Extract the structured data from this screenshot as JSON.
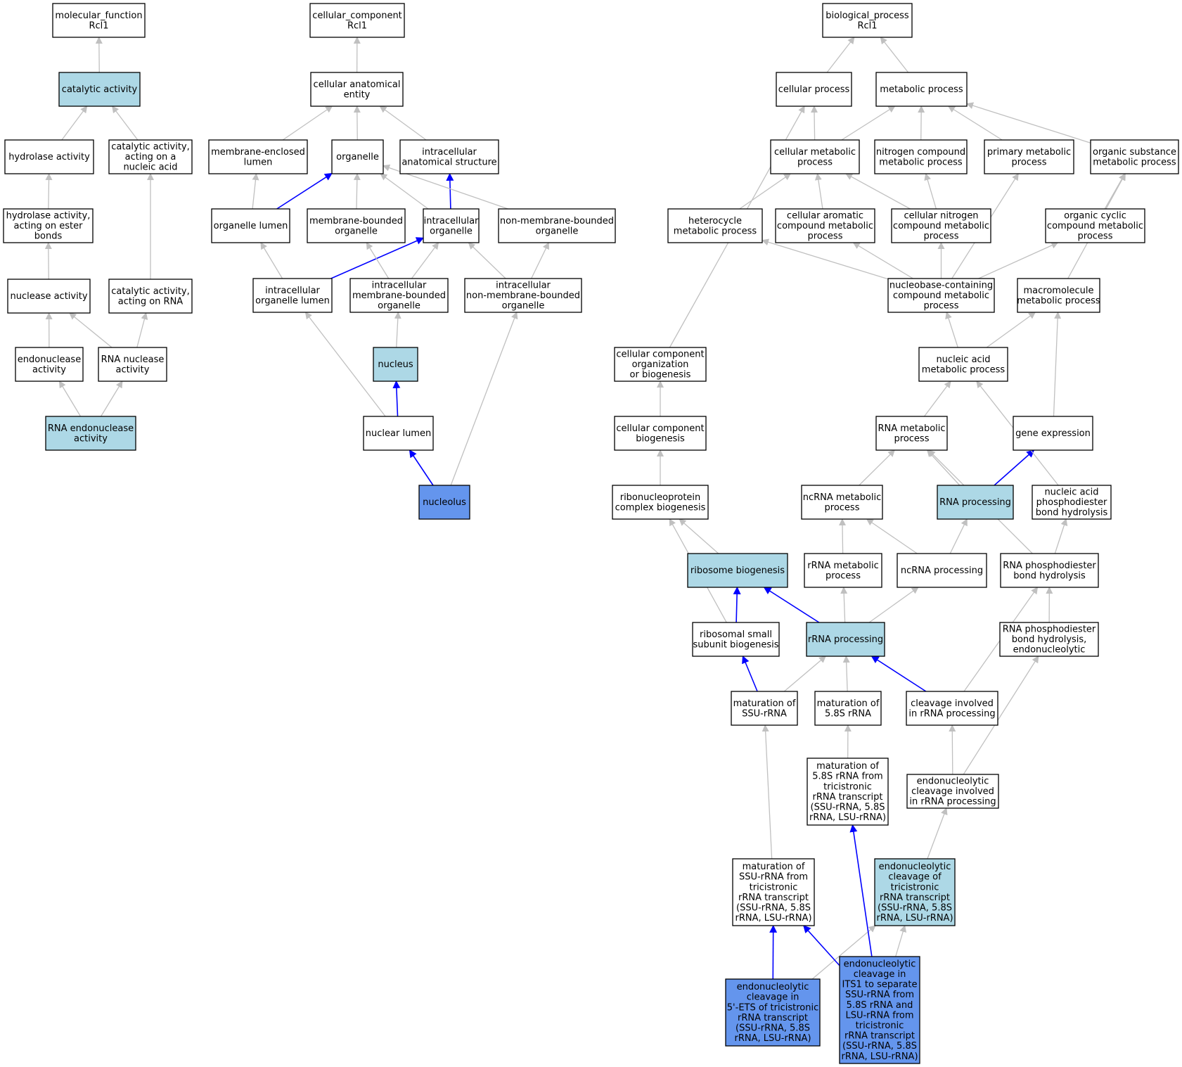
{
  "colors": {
    "white": "#ffffff",
    "light": "#add8e6",
    "dark": "#6495ed",
    "edge": "#c0c0c0",
    "highlight": "#0000ff"
  },
  "nodes": [
    {
      "id": "mf",
      "lines": [
        "molecular_function",
        "Rcl1"
      ],
      "fill": "white"
    },
    {
      "id": "ca",
      "lines": [
        "catalytic activity"
      ],
      "fill": "light"
    },
    {
      "id": "ha",
      "lines": [
        "hydrolase activity"
      ],
      "fill": "white"
    },
    {
      "id": "cana",
      "lines": [
        "catalytic activity,",
        "acting on a",
        "nucleic acid"
      ],
      "fill": "white"
    },
    {
      "id": "haeb",
      "lines": [
        "hydrolase activity,",
        "acting on ester",
        "bonds"
      ],
      "fill": "white"
    },
    {
      "id": "nuca",
      "lines": [
        "nuclease activity"
      ],
      "fill": "white"
    },
    {
      "id": "carna",
      "lines": [
        "catalytic activity,",
        "acting on RNA"
      ],
      "fill": "white"
    },
    {
      "id": "endo",
      "lines": [
        "endonuclease",
        "activity"
      ],
      "fill": "white"
    },
    {
      "id": "rnana",
      "lines": [
        "RNA nuclease",
        "activity"
      ],
      "fill": "white"
    },
    {
      "id": "rnaendo",
      "lines": [
        "RNA endonuclease",
        "activity"
      ],
      "fill": "light"
    },
    {
      "id": "cc",
      "lines": [
        "cellular_component",
        "Rcl1"
      ],
      "fill": "white"
    },
    {
      "id": "cae",
      "lines": [
        "cellular anatomical",
        "entity"
      ],
      "fill": "white"
    },
    {
      "id": "mel",
      "lines": [
        "membrane-enclosed",
        "lumen"
      ],
      "fill": "white"
    },
    {
      "id": "org",
      "lines": [
        "organelle"
      ],
      "fill": "white"
    },
    {
      "id": "ias",
      "lines": [
        "intracellular",
        "anatomical structure"
      ],
      "fill": "white"
    },
    {
      "id": "orgl",
      "lines": [
        "organelle lumen"
      ],
      "fill": "white"
    },
    {
      "id": "mbo",
      "lines": [
        "membrane-bounded",
        "organelle"
      ],
      "fill": "white"
    },
    {
      "id": "io",
      "lines": [
        "intracellular",
        "organelle"
      ],
      "fill": "white"
    },
    {
      "id": "nmbo",
      "lines": [
        "non-membrane-bounded",
        "organelle"
      ],
      "fill": "white"
    },
    {
      "id": "iol",
      "lines": [
        "intracellular",
        "organelle lumen"
      ],
      "fill": "white"
    },
    {
      "id": "imbo",
      "lines": [
        "intracellular",
        "membrane-bounded",
        "organelle"
      ],
      "fill": "white"
    },
    {
      "id": "inmbo",
      "lines": [
        "intracellular",
        "non-membrane-bounded",
        "organelle"
      ],
      "fill": "white"
    },
    {
      "id": "nucleus",
      "lines": [
        "nucleus"
      ],
      "fill": "light"
    },
    {
      "id": "nlum",
      "lines": [
        "nuclear lumen"
      ],
      "fill": "white"
    },
    {
      "id": "nucleolus",
      "lines": [
        "nucleolus"
      ],
      "fill": "dark"
    },
    {
      "id": "bp",
      "lines": [
        "biological_process",
        "Rcl1"
      ],
      "fill": "white"
    },
    {
      "id": "cp",
      "lines": [
        "cellular process"
      ],
      "fill": "white"
    },
    {
      "id": "mp",
      "lines": [
        "metabolic process"
      ],
      "fill": "white"
    },
    {
      "id": "cmp",
      "lines": [
        "cellular metabolic",
        "process"
      ],
      "fill": "white"
    },
    {
      "id": "ncmp",
      "lines": [
        "nitrogen compound",
        "metabolic process"
      ],
      "fill": "white"
    },
    {
      "id": "pmp",
      "lines": [
        "primary metabolic",
        "process"
      ],
      "fill": "white"
    },
    {
      "id": "osmp",
      "lines": [
        "organic substance",
        "metabolic process"
      ],
      "fill": "white"
    },
    {
      "id": "hmp",
      "lines": [
        "heterocycle",
        "metabolic process"
      ],
      "fill": "white"
    },
    {
      "id": "cacmp",
      "lines": [
        "cellular aromatic",
        "compound metabolic",
        "process"
      ],
      "fill": "white"
    },
    {
      "id": "cncmp",
      "lines": [
        "cellular nitrogen",
        "compound metabolic",
        "process"
      ],
      "fill": "white"
    },
    {
      "id": "occmp",
      "lines": [
        "organic cyclic",
        "compound metabolic",
        "process"
      ],
      "fill": "white"
    },
    {
      "id": "nbcmp",
      "lines": [
        "nucleobase-containing",
        "compound metabolic",
        "process"
      ],
      "fill": "white"
    },
    {
      "id": "macmp",
      "lines": [
        "macromolecule",
        "metabolic process"
      ],
      "fill": "white"
    },
    {
      "id": "ccob",
      "lines": [
        "cellular component",
        "organization",
        "or biogenesis"
      ],
      "fill": "white"
    },
    {
      "id": "namp",
      "lines": [
        "nucleic acid",
        "metabolic process"
      ],
      "fill": "white"
    },
    {
      "id": "ccb",
      "lines": [
        "cellular component",
        "biogenesis"
      ],
      "fill": "white"
    },
    {
      "id": "rnamp",
      "lines": [
        "RNA metabolic",
        "process"
      ],
      "fill": "white"
    },
    {
      "id": "ge",
      "lines": [
        "gene expression"
      ],
      "fill": "white"
    },
    {
      "id": "rcb",
      "lines": [
        "ribonucleoprotein",
        "complex biogenesis"
      ],
      "fill": "white"
    },
    {
      "id": "ncrnamp",
      "lines": [
        "ncRNA metabolic",
        "process"
      ],
      "fill": "white"
    },
    {
      "id": "rnap",
      "lines": [
        "RNA processing"
      ],
      "fill": "light"
    },
    {
      "id": "napbh",
      "lines": [
        "nucleic acid",
        "phosphodiester",
        "bond hydrolysis"
      ],
      "fill": "white"
    },
    {
      "id": "rb",
      "lines": [
        "ribosome biogenesis"
      ],
      "fill": "light"
    },
    {
      "id": "rrnamp",
      "lines": [
        "rRNA metabolic",
        "process"
      ],
      "fill": "white"
    },
    {
      "id": "ncrnap",
      "lines": [
        "ncRNA processing"
      ],
      "fill": "white"
    },
    {
      "id": "rnapbh",
      "lines": [
        "RNA phosphodiester",
        "bond hydrolysis"
      ],
      "fill": "white"
    },
    {
      "id": "rssb",
      "lines": [
        "ribosomal small",
        "subunit biogenesis"
      ],
      "fill": "white"
    },
    {
      "id": "rrnap",
      "lines": [
        "rRNA processing"
      ],
      "fill": "light"
    },
    {
      "id": "rnapbhe",
      "lines": [
        "RNA phosphodiester",
        "bond hydrolysis,",
        "endonucleolytic"
      ],
      "fill": "white"
    },
    {
      "id": "mssu",
      "lines": [
        "maturation of",
        "SSU-rRNA"
      ],
      "fill": "white"
    },
    {
      "id": "m58s",
      "lines": [
        "maturation of",
        "5.8S rRNA"
      ],
      "fill": "white"
    },
    {
      "id": "cirp",
      "lines": [
        "cleavage involved",
        "in rRNA processing"
      ],
      "fill": "white"
    },
    {
      "id": "m58stri",
      "lines": [
        "maturation of",
        "5.8S rRNA from",
        "tricistronic",
        "rRNA transcript",
        "(SSU-rRNA, 5.8S",
        "rRNA, LSU-rRNA)"
      ],
      "fill": "white"
    },
    {
      "id": "ecirp",
      "lines": [
        "endonucleolytic",
        "cleavage involved",
        "in rRNA processing"
      ],
      "fill": "white"
    },
    {
      "id": "mssutri",
      "lines": [
        "maturation of",
        "SSU-rRNA from",
        "tricistronic",
        "rRNA transcript",
        "(SSU-rRNA, 5.8S",
        "rRNA, LSU-rRNA)"
      ],
      "fill": "white"
    },
    {
      "id": "ecttri",
      "lines": [
        "endonucleolytic",
        "cleavage of",
        "tricistronic",
        "rRNA transcript",
        "(SSU-rRNA, 5.8S",
        "rRNA, LSU-rRNA)"
      ],
      "fill": "light"
    },
    {
      "id": "ec5ets",
      "lines": [
        "endonucleolytic",
        "cleavage in",
        "5'-ETS of tricistronic",
        "rRNA transcript",
        "(SSU-rRNA, 5.8S",
        "rRNA, LSU-rRNA)"
      ],
      "fill": "dark"
    },
    {
      "id": "ecits1",
      "lines": [
        "endonucleolytic",
        "cleavage in",
        "ITS1 to separate",
        "SSU-rRNA from",
        "5.8S rRNA and",
        "LSU-rRNA from",
        "tricistronic",
        "rRNA transcript",
        "(SSU-rRNA, 5.8S",
        "rRNA, LSU-rRNA)"
      ],
      "fill": "dark"
    }
  ],
  "edges": [
    {
      "from": "ca",
      "to": "mf",
      "hl": false
    },
    {
      "from": "ha",
      "to": "ca",
      "hl": false
    },
    {
      "from": "cana",
      "to": "ca",
      "hl": false
    },
    {
      "from": "haeb",
      "to": "ha",
      "hl": false
    },
    {
      "from": "nuca",
      "to": "haeb",
      "hl": false
    },
    {
      "from": "carna",
      "to": "cana",
      "hl": false
    },
    {
      "from": "endo",
      "to": "nuca",
      "hl": false
    },
    {
      "from": "rnana",
      "to": "nuca",
      "hl": false
    },
    {
      "from": "rnana",
      "to": "carna",
      "hl": false
    },
    {
      "from": "rnaendo",
      "to": "endo",
      "hl": false
    },
    {
      "from": "rnaendo",
      "to": "rnana",
      "hl": false
    },
    {
      "from": "cae",
      "to": "cc",
      "hl": false
    },
    {
      "from": "mel",
      "to": "cae",
      "hl": false
    },
    {
      "from": "org",
      "to": "cae",
      "hl": false
    },
    {
      "from": "ias",
      "to": "cae",
      "hl": false
    },
    {
      "from": "orgl",
      "to": "mel",
      "hl": false
    },
    {
      "from": "orgl",
      "to": "org",
      "hl": true
    },
    {
      "from": "mbo",
      "to": "org",
      "hl": false
    },
    {
      "from": "io",
      "to": "org",
      "hl": false
    },
    {
      "from": "io",
      "to": "ias",
      "hl": true
    },
    {
      "from": "nmbo",
      "to": "org",
      "hl": false
    },
    {
      "from": "iol",
      "to": "orgl",
      "hl": false
    },
    {
      "from": "iol",
      "to": "io",
      "hl": true
    },
    {
      "from": "imbo",
      "to": "mbo",
      "hl": false
    },
    {
      "from": "imbo",
      "to": "io",
      "hl": false
    },
    {
      "from": "inmbo",
      "to": "io",
      "hl": false
    },
    {
      "from": "inmbo",
      "to": "nmbo",
      "hl": false
    },
    {
      "from": "nucleus",
      "to": "imbo",
      "hl": false
    },
    {
      "from": "nlum",
      "to": "iol",
      "hl": false
    },
    {
      "from": "nlum",
      "to": "nucleus",
      "hl": true
    },
    {
      "from": "nucleolus",
      "to": "nlum",
      "hl": true
    },
    {
      "from": "nucleolus",
      "to": "inmbo",
      "hl": false
    },
    {
      "from": "cp",
      "to": "bp",
      "hl": false
    },
    {
      "from": "mp",
      "to": "bp",
      "hl": false
    },
    {
      "from": "cmp",
      "to": "cp",
      "hl": false
    },
    {
      "from": "cmp",
      "to": "mp",
      "hl": false
    },
    {
      "from": "ncmp",
      "to": "mp",
      "hl": false
    },
    {
      "from": "pmp",
      "to": "mp",
      "hl": false
    },
    {
      "from": "osmp",
      "to": "mp",
      "hl": false
    },
    {
      "from": "hmp",
      "to": "cmp",
      "hl": false
    },
    {
      "from": "cacmp",
      "to": "cmp",
      "hl": false
    },
    {
      "from": "cncmp",
      "to": "cmp",
      "hl": false
    },
    {
      "from": "cncmp",
      "to": "ncmp",
      "hl": false
    },
    {
      "from": "occmp",
      "to": "osmp",
      "hl": false
    },
    {
      "from": "nbcmp",
      "to": "hmp",
      "hl": false
    },
    {
      "from": "nbcmp",
      "to": "cacmp",
      "hl": false
    },
    {
      "from": "nbcmp",
      "to": "cncmp",
      "hl": false
    },
    {
      "from": "nbcmp",
      "to": "occmp",
      "hl": false
    },
    {
      "from": "nbcmp",
      "to": "pmp",
      "hl": false
    },
    {
      "from": "macmp",
      "to": "osmp",
      "hl": false
    },
    {
      "from": "ccob",
      "to": "cp",
      "hl": false
    },
    {
      "from": "namp",
      "to": "nbcmp",
      "hl": false
    },
    {
      "from": "namp",
      "to": "macmp",
      "hl": false
    },
    {
      "from": "ccb",
      "to": "ccob",
      "hl": false
    },
    {
      "from": "rnamp",
      "to": "namp",
      "hl": false
    },
    {
      "from": "ge",
      "to": "macmp",
      "hl": false
    },
    {
      "from": "rcb",
      "to": "ccb",
      "hl": false
    },
    {
      "from": "ncrnamp",
      "to": "rnamp",
      "hl": false
    },
    {
      "from": "rnap",
      "to": "rnamp",
      "hl": false
    },
    {
      "from": "rnap",
      "to": "ge",
      "hl": true
    },
    {
      "from": "napbh",
      "to": "namp",
      "hl": false
    },
    {
      "from": "rb",
      "to": "rcb",
      "hl": false
    },
    {
      "from": "rrnamp",
      "to": "ncrnamp",
      "hl": false
    },
    {
      "from": "ncrnap",
      "to": "ncrnamp",
      "hl": false
    },
    {
      "from": "ncrnap",
      "to": "rnap",
      "hl": false
    },
    {
      "from": "rnapbh",
      "to": "rnamp",
      "hl": false
    },
    {
      "from": "rnapbh",
      "to": "napbh",
      "hl": false
    },
    {
      "from": "rssb",
      "to": "rcb",
      "hl": false
    },
    {
      "from": "rssb",
      "to": "rb",
      "hl": true
    },
    {
      "from": "rrnap",
      "to": "rb",
      "hl": true
    },
    {
      "from": "rrnap",
      "to": "rrnamp",
      "hl": false
    },
    {
      "from": "rrnap",
      "to": "ncrnap",
      "hl": false
    },
    {
      "from": "rnapbhe",
      "to": "rnapbh",
      "hl": false
    },
    {
      "from": "mssu",
      "to": "rssb",
      "hl": true
    },
    {
      "from": "mssu",
      "to": "rrnap",
      "hl": false
    },
    {
      "from": "m58s",
      "to": "rrnap",
      "hl": false
    },
    {
      "from": "cirp",
      "to": "rrnap",
      "hl": true
    },
    {
      "from": "cirp",
      "to": "rnapbh",
      "hl": false
    },
    {
      "from": "m58stri",
      "to": "m58s",
      "hl": false
    },
    {
      "from": "ecirp",
      "to": "cirp",
      "hl": false
    },
    {
      "from": "ecirp",
      "to": "rnapbhe",
      "hl": false
    },
    {
      "from": "mssutri",
      "to": "mssu",
      "hl": false
    },
    {
      "from": "ecttri",
      "to": "ecirp",
      "hl": false
    },
    {
      "from": "ec5ets",
      "to": "mssutri",
      "hl": true
    },
    {
      "from": "ec5ets",
      "to": "ecttri",
      "hl": false
    },
    {
      "from": "ecits1",
      "to": "mssutri",
      "hl": true
    },
    {
      "from": "ecits1",
      "to": "m58stri",
      "hl": true
    },
    {
      "from": "ecits1",
      "to": "ecttri",
      "hl": false
    }
  ]
}
